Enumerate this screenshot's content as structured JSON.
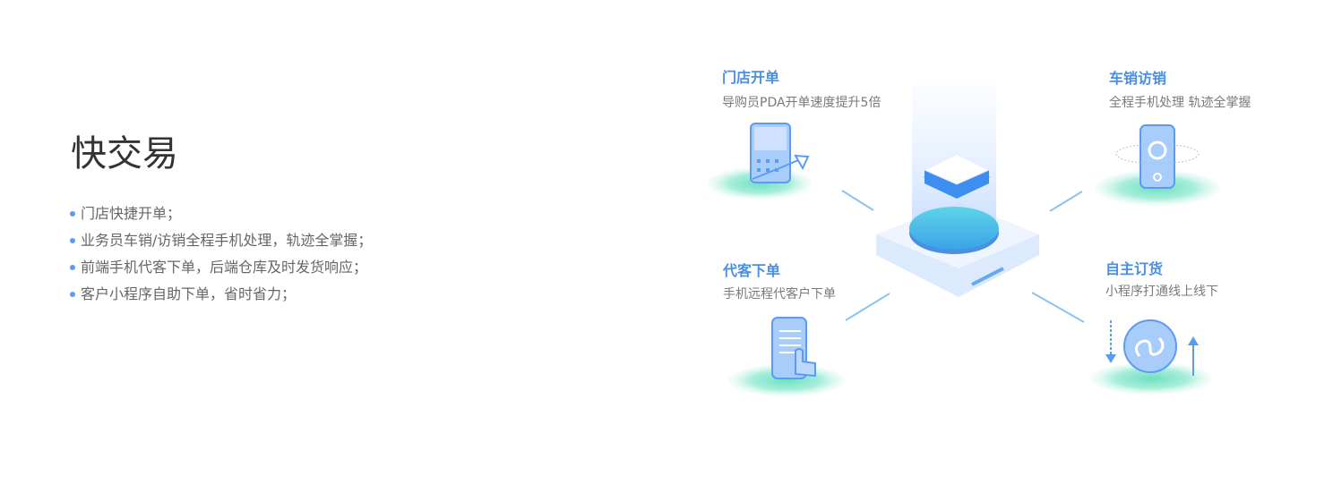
{
  "section": {
    "title": "快交易",
    "bullets": [
      "门店快捷开单；",
      "业务员车销/访销全程手机处理，轨迹全掌握；",
      "前端手机代客下单，后端仓库及时发货响应；",
      "客户小程序自助下单，省时省力；"
    ]
  },
  "illustration": {
    "features": [
      {
        "title": "门店开单",
        "desc": "导购员PDA开单速度提升5倍"
      },
      {
        "title": "车销访销",
        "desc": "全程手机处理 轨迹全掌握"
      },
      {
        "title": "代客下单",
        "desc": "手机远程代客户下单"
      },
      {
        "title": "自主订货",
        "desc": "小程序打通线上线下"
      }
    ]
  },
  "colors": {
    "accent": "#4a8fe0",
    "bullet": "#5b9cf0",
    "mint": "#7fe0c4"
  }
}
